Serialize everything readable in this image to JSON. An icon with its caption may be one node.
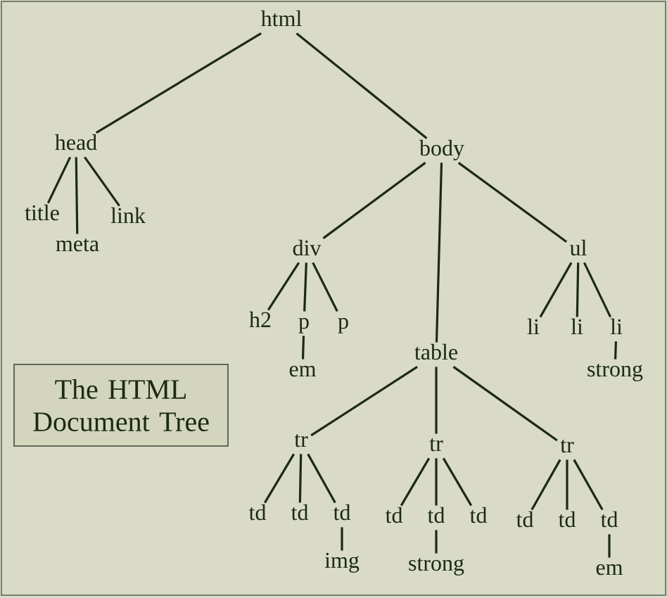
{
  "diagram": {
    "nodes": [
      {
        "text": [
          "html"
        ]
      },
      {
        "text": [
          "head"
        ]
      },
      {
        "text": [
          "title"
        ]
      },
      {
        "text": [
          "meta"
        ]
      },
      {
        "text": [
          "link"
        ]
      },
      {
        "text": [
          "body"
        ]
      },
      {
        "text": [
          "div"
        ]
      },
      {
        "text": [
          "h2"
        ]
      },
      {
        "text": [
          "p"
        ]
      },
      {
        "text": [
          "em"
        ]
      },
      {
        "text": [
          "p"
        ]
      },
      {
        "text": [
          "table"
        ]
      },
      {
        "text": [
          "ul"
        ]
      },
      {
        "text": [
          "li"
        ]
      },
      {
        "text": [
          "li"
        ]
      },
      {
        "text": [
          "li"
        ]
      },
      {
        "text": [
          "strong"
        ]
      },
      {
        "text": [
          "tr"
        ]
      },
      {
        "text": [
          "td"
        ]
      },
      {
        "text": [
          "td"
        ]
      },
      {
        "text": [
          "td"
        ]
      },
      {
        "text": [
          "img"
        ]
      },
      {
        "text": [
          "tr"
        ]
      },
      {
        "text": [
          "td"
        ]
      },
      {
        "text": [
          "td"
        ]
      },
      {
        "text": [
          "td"
        ]
      },
      {
        "text": [
          "strong"
        ]
      },
      {
        "text": [
          "tr"
        ]
      },
      {
        "text": [
          "td"
        ]
      },
      {
        "text": [
          "td"
        ]
      },
      {
        "text": [
          "td"
        ]
      },
      {
        "text": [
          "em"
        ]
      },
      {
        "text": [
          "The HTML Document Tree"
        ]
      }
    ],
    "edges": [
      {
        "from": 0,
        "to": 1,
        "arrow": "none"
      },
      {
        "from": 0,
        "to": 5,
        "arrow": "none"
      },
      {
        "from": 1,
        "to": 2,
        "arrow": "none"
      },
      {
        "from": 1,
        "to": 3,
        "arrow": "none"
      },
      {
        "from": 1,
        "to": 4,
        "arrow": "none"
      },
      {
        "from": 5,
        "to": 6,
        "arrow": "none"
      },
      {
        "from": 5,
        "to": 11,
        "arrow": "none"
      },
      {
        "from": 5,
        "to": 12,
        "arrow": "none"
      },
      {
        "from": 6,
        "to": 7,
        "arrow": "none"
      },
      {
        "from": 6,
        "to": 8,
        "arrow": "none"
      },
      {
        "from": 6,
        "to": 10,
        "arrow": "none"
      },
      {
        "from": 8,
        "to": 9,
        "arrow": "none"
      },
      {
        "from": 12,
        "to": 13,
        "arrow": "none"
      },
      {
        "from": 12,
        "to": 14,
        "arrow": "none"
      },
      {
        "from": 12,
        "to": 15,
        "arrow": "none"
      },
      {
        "from": 15,
        "to": 16,
        "arrow": "none"
      },
      {
        "from": 11,
        "to": 17,
        "arrow": "none"
      },
      {
        "from": 11,
        "to": 22,
        "arrow": "none"
      },
      {
        "from": 11,
        "to": 27,
        "arrow": "none"
      },
      {
        "from": 17,
        "to": 18,
        "arrow": "none"
      },
      {
        "from": 17,
        "to": 19,
        "arrow": "none"
      },
      {
        "from": 17,
        "to": 20,
        "arrow": "none"
      },
      {
        "from": 20,
        "to": 21,
        "arrow": "none"
      },
      {
        "from": 22,
        "to": 23,
        "arrow": "none"
      },
      {
        "from": 22,
        "to": 24,
        "arrow": "none"
      },
      {
        "from": 22,
        "to": 25,
        "arrow": "none"
      },
      {
        "from": 24,
        "to": 26,
        "arrow": "none"
      },
      {
        "from": 27,
        "to": 28,
        "arrow": "none"
      },
      {
        "from": 27,
        "to": 29,
        "arrow": "none"
      },
      {
        "from": 27,
        "to": 30,
        "arrow": "none"
      },
      {
        "from": 30,
        "to": 31,
        "arrow": "none"
      }
    ]
  }
}
